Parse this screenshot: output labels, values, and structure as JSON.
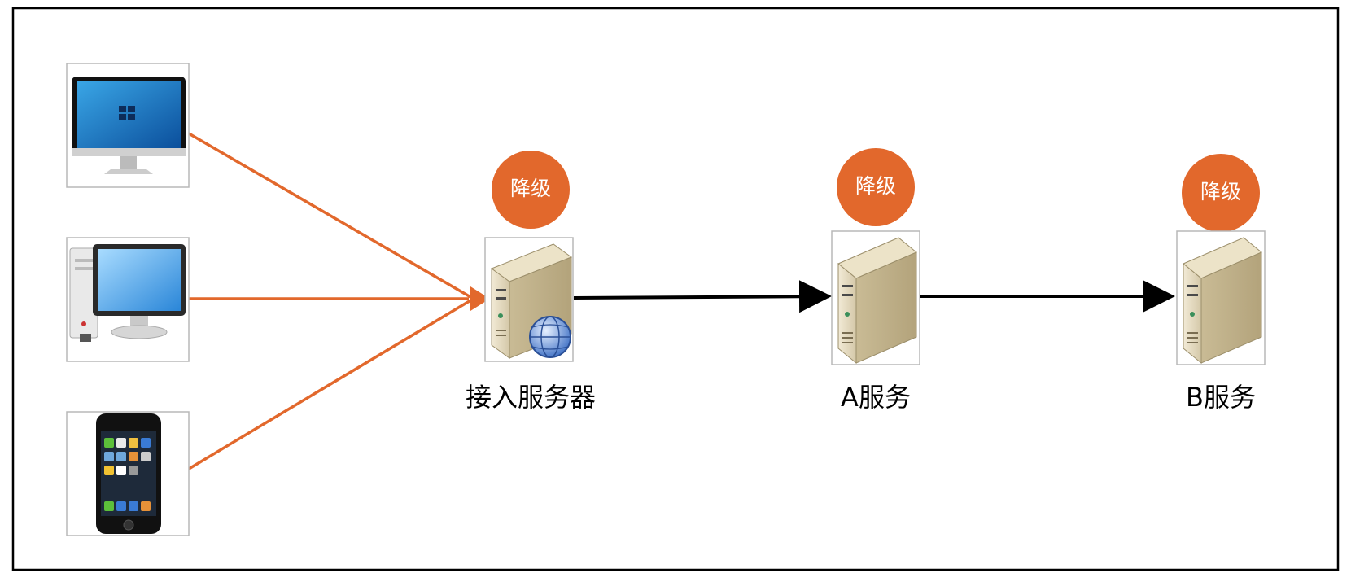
{
  "diagram": {
    "title": "",
    "colors": {
      "accent": "#E2682C",
      "edge": "#000000",
      "border": "#000000",
      "badge_text": "#FFFFFF"
    },
    "clients": [
      {
        "name": "desktop-windows-monitor",
        "icon": "monitor-icon"
      },
      {
        "name": "desktop-pc-tower",
        "icon": "desktop-pc-icon"
      },
      {
        "name": "mobile-phone",
        "icon": "smartphone-icon"
      }
    ],
    "nodes": [
      {
        "id": "access",
        "label": "接入服务器",
        "badge": "降级",
        "icon": "web-server-icon"
      },
      {
        "id": "svc_a",
        "label": "A服务",
        "badge": "降级",
        "icon": "server-icon"
      },
      {
        "id": "svc_b",
        "label": "B服务",
        "badge": "降级",
        "icon": "server-icon"
      }
    ],
    "edges": [
      {
        "from": "desktop-windows-monitor",
        "to": "access"
      },
      {
        "from": "desktop-pc-tower",
        "to": "access"
      },
      {
        "from": "mobile-phone",
        "to": "access"
      },
      {
        "from": "access",
        "to": "svc_a"
      },
      {
        "from": "svc_a",
        "to": "svc_b"
      }
    ]
  }
}
